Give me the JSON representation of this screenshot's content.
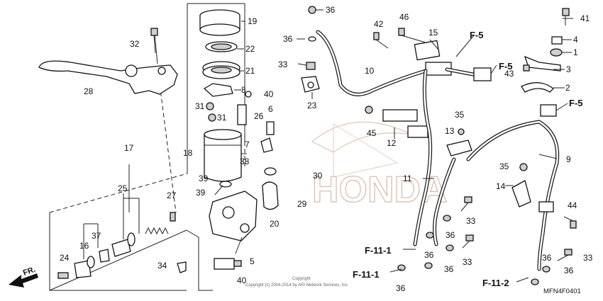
{
  "diagram": {
    "callouts": [
      "1",
      "2",
      "3",
      "4",
      "5",
      "6",
      "7",
      "8",
      "9",
      "10",
      "11",
      "12",
      "13",
      "14",
      "15",
      "16",
      "17",
      "18",
      "19",
      "20",
      "21",
      "22",
      "23",
      "24",
      "25",
      "26",
      "27",
      "28",
      "29",
      "30",
      "31",
      "32",
      "33",
      "34",
      "35",
      "36",
      "37",
      "38",
      "39",
      "40",
      "41",
      "42",
      "43",
      "44",
      "45",
      "46"
    ],
    "references": {
      "f5": "F-5",
      "f11_1": "F-11-1",
      "f11_2": "F-11-2"
    },
    "direction_label": "FR.",
    "diagram_code": "MFN4F0401",
    "copyright_line1": "Copyright",
    "copyright_line2": "Copyright (c) 2004-2014 by ARI Network Services, Inc.",
    "watermark": "HONDA",
    "colors": {
      "ink": "#111111",
      "watermark": "#d9b9a8"
    }
  }
}
